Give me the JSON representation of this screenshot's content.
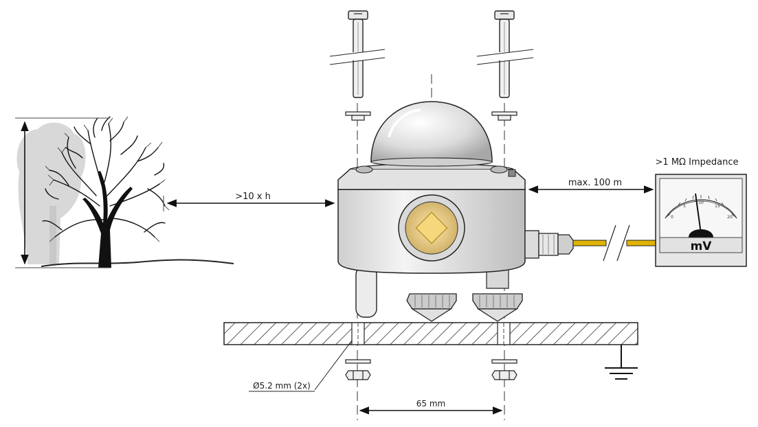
{
  "labels": {
    "distance_ratio": ">10 x h",
    "cable_length": "max. 100 m",
    "impedance": ">1 MΩ Impedance",
    "hole_diameter": "Ø5.2 mm (2x)",
    "hole_spacing": "65 mm",
    "meter_unit": "mV"
  },
  "meter": {
    "scale_ticks": [
      "0",
      "5",
      "10",
      "15",
      "20"
    ]
  },
  "colors": {
    "cable": "#e0b400",
    "sensor_window": "#f2d78a",
    "body": "#e6e6e6",
    "outline": "#1a1a1a"
  },
  "icons": {
    "tree": "tree-icon",
    "ground": "ground-symbol-icon",
    "bolt": "bolt-icon",
    "nut": "nut-icon"
  }
}
